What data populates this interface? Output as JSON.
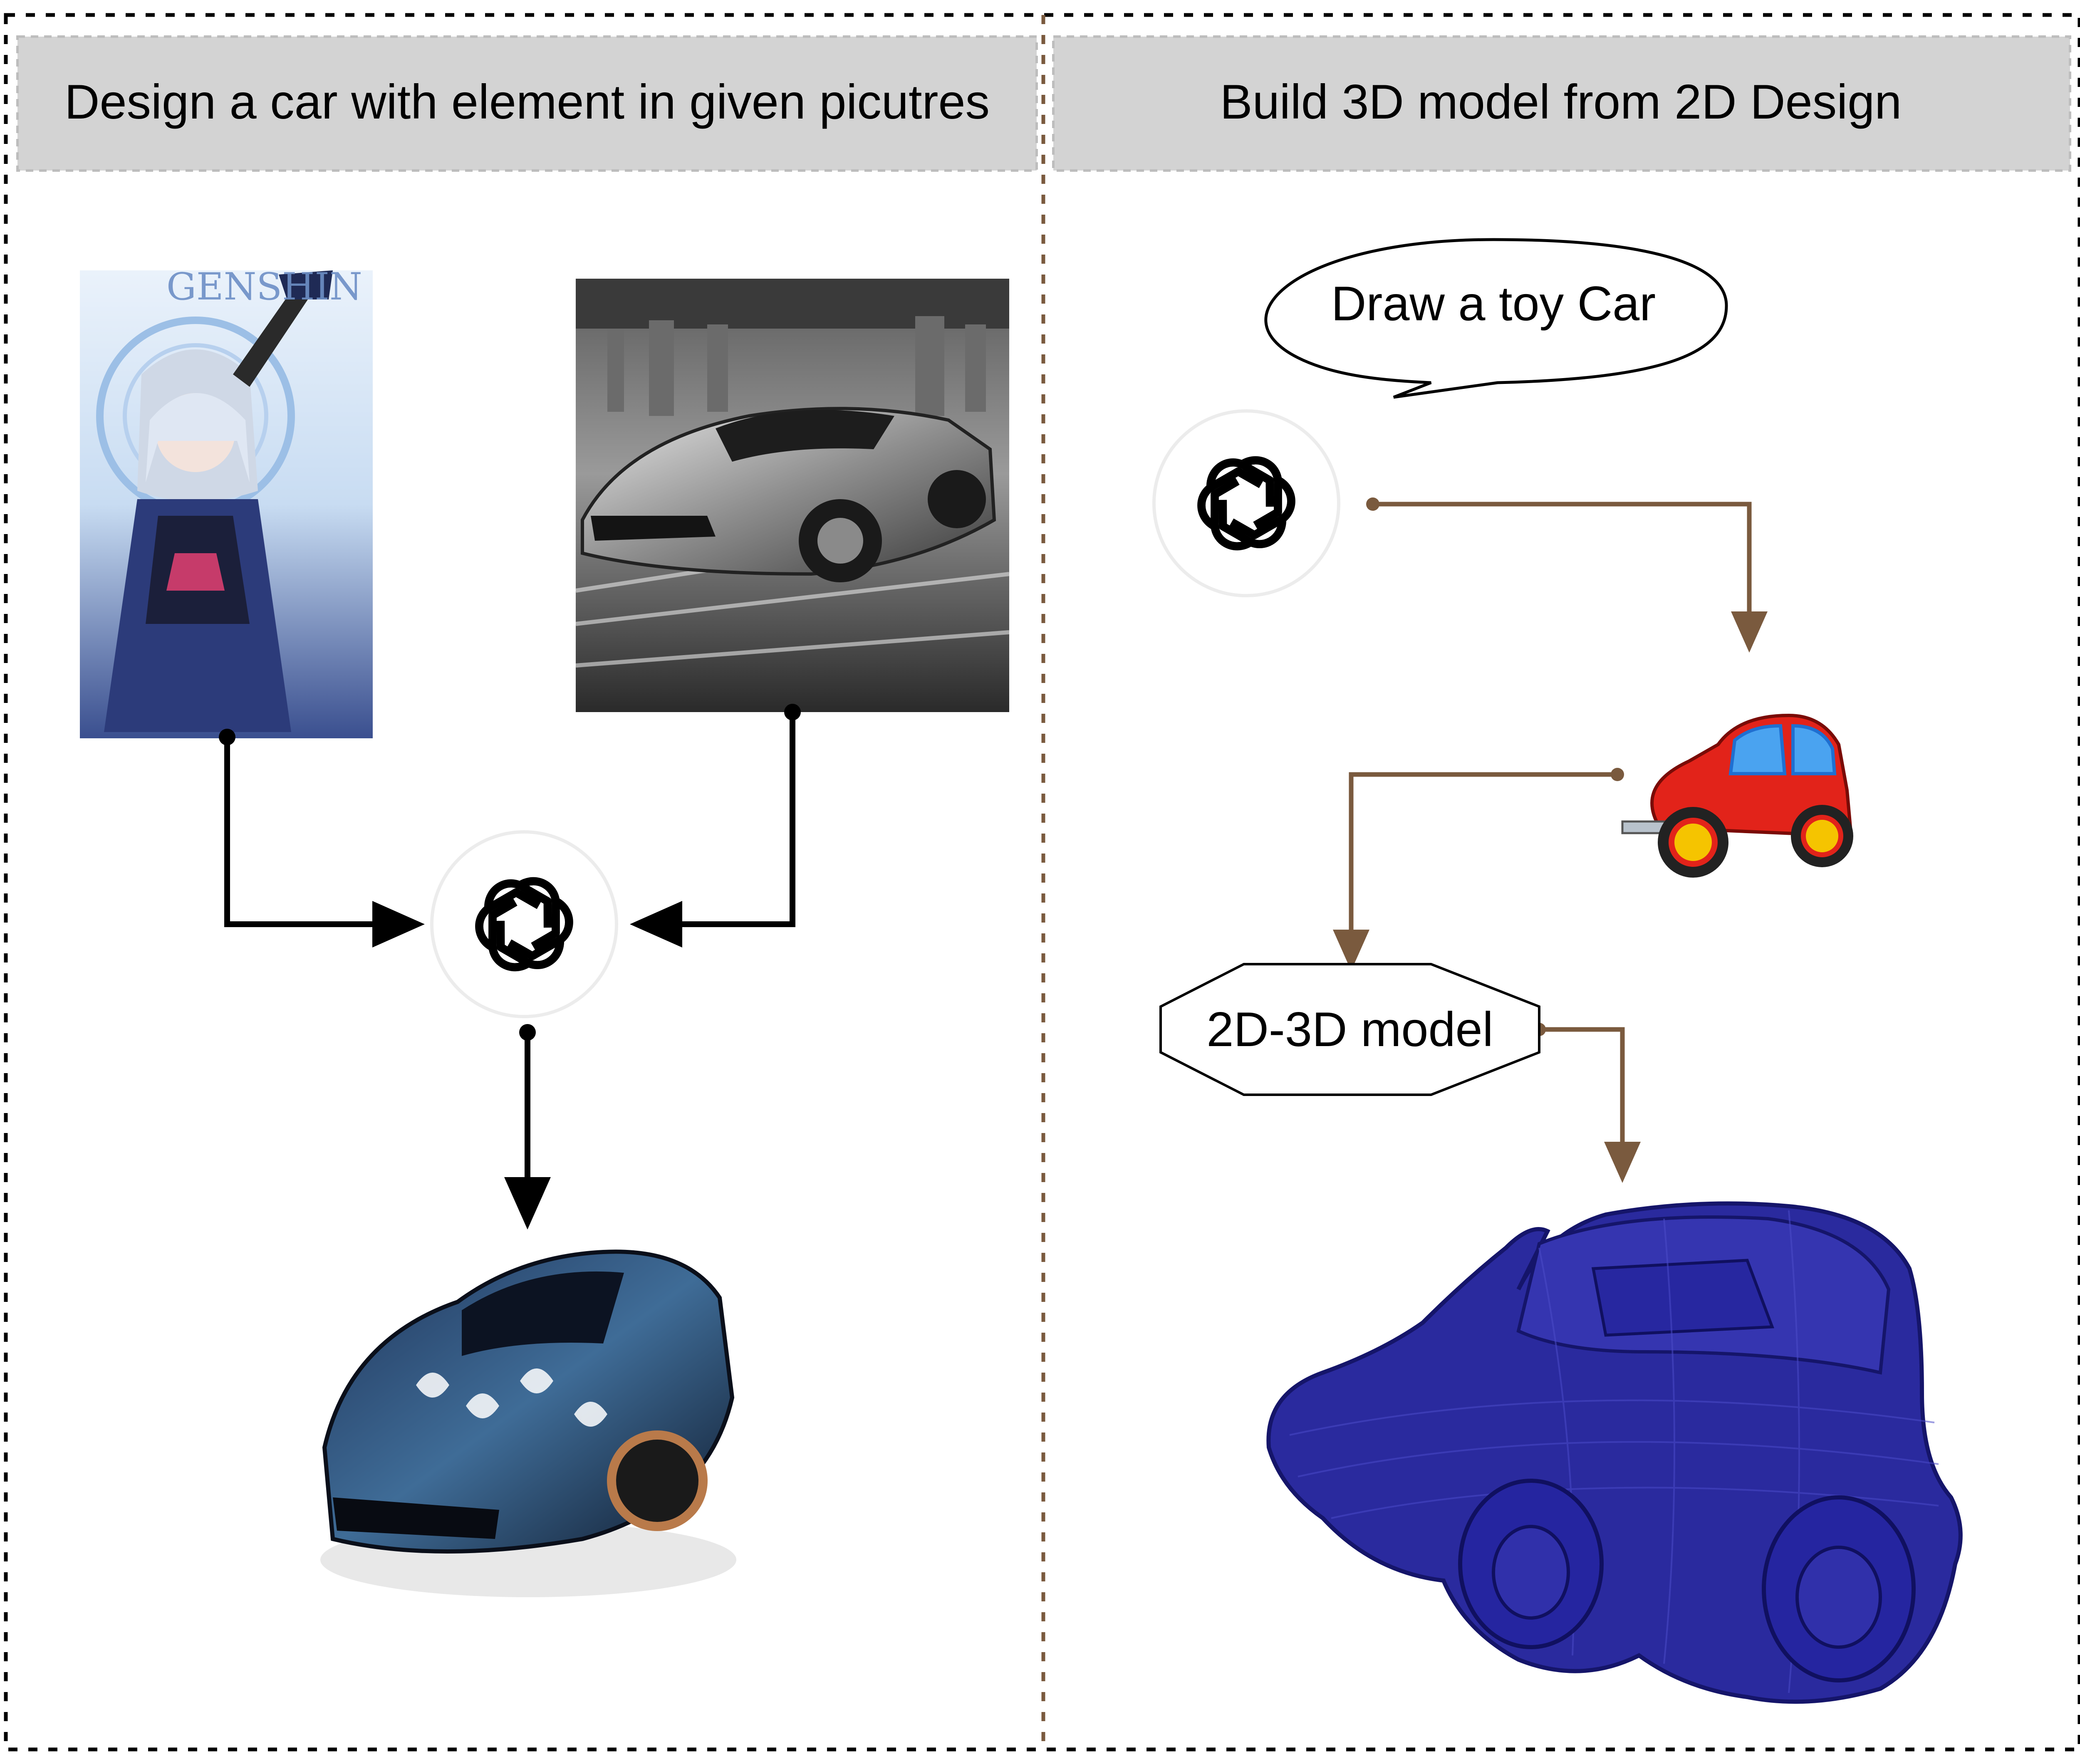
{
  "panels": {
    "left": {
      "title": "Design a car with element in given picutres"
    },
    "right": {
      "title": "Build 3D model from 2D Design"
    }
  },
  "speech_bubble": {
    "text": "Draw a toy Car"
  },
  "model_box": {
    "text": "2D-3D model"
  },
  "colors": {
    "header_bg": "#d3d3d3",
    "left_arrows": "#000000",
    "right_arrows": "#7a5a3e",
    "mesh_blue": "#2a2a9e",
    "toy_red": "#e2231a",
    "toy_yellow": "#f5c400",
    "toy_blue": "#1f6fd1"
  },
  "icons": [
    "openai-logo-icon",
    "openai-logo-icon",
    "openai-logo-icon"
  ],
  "images": [
    "anime-character-image",
    "sports-car-photo",
    "generated-car-image",
    "toy-car-image",
    "3d-mesh-car-image"
  ]
}
